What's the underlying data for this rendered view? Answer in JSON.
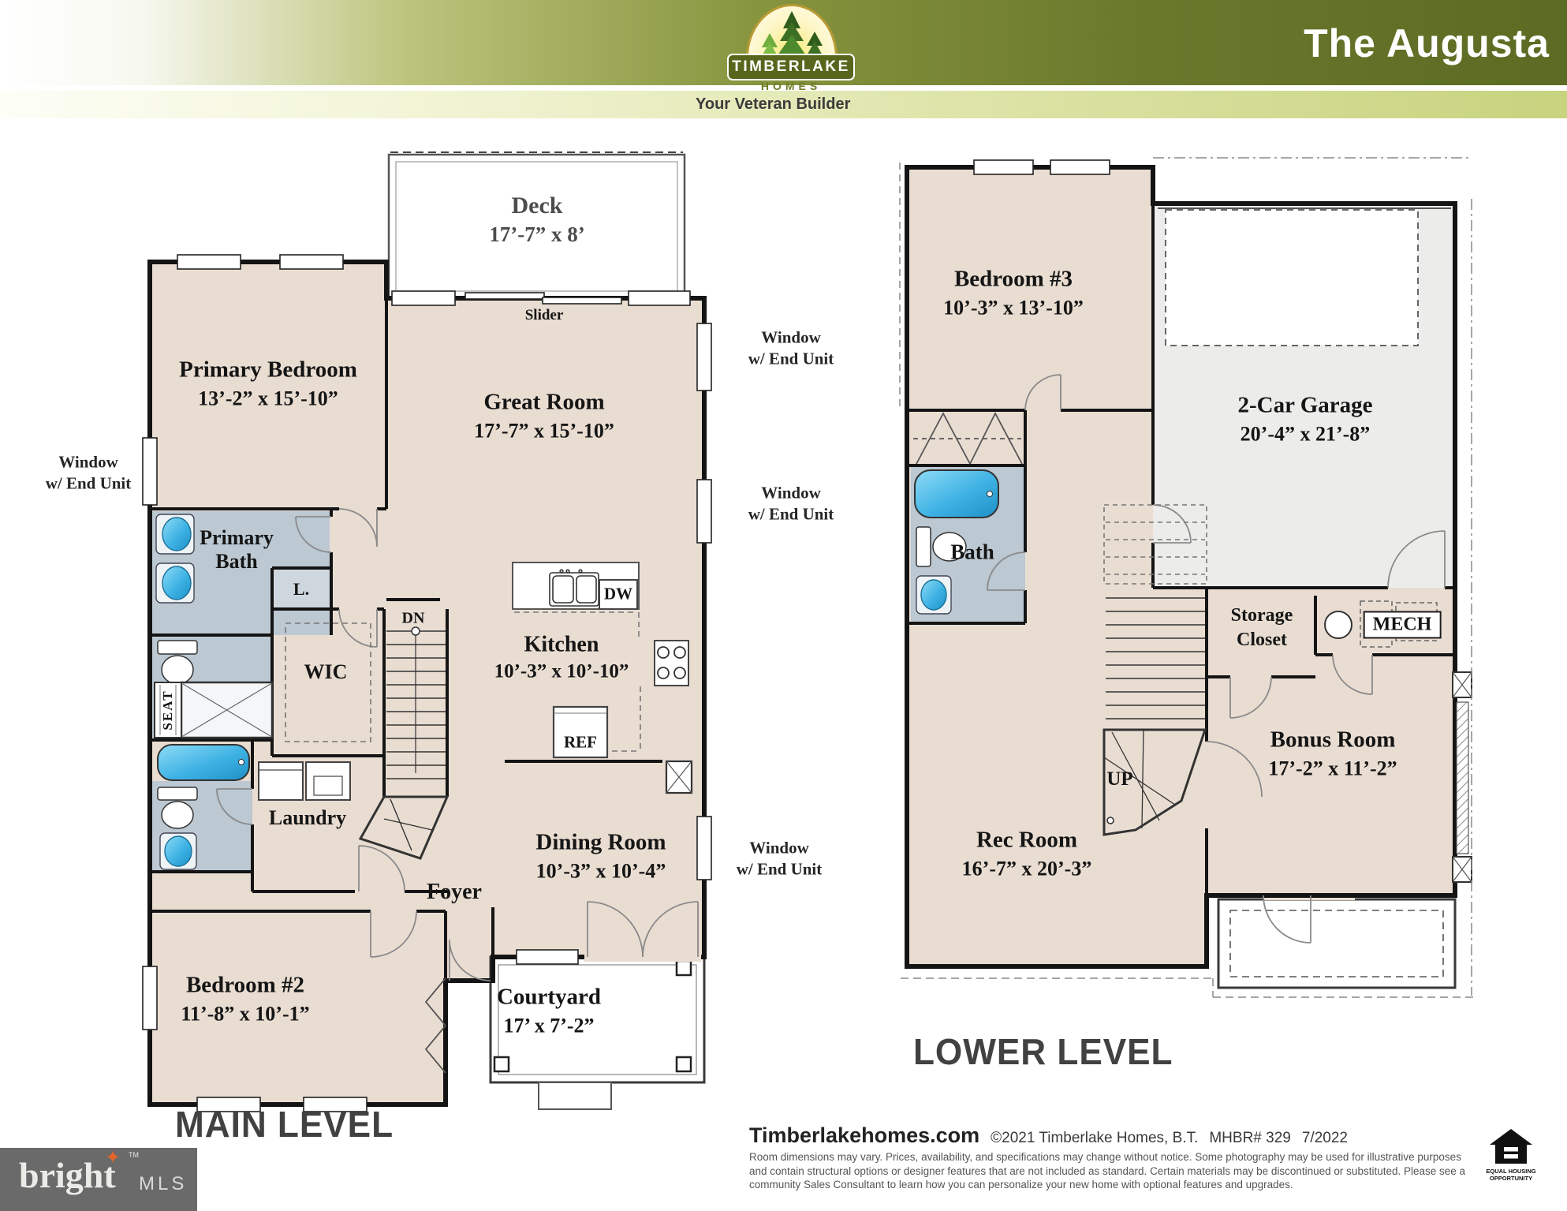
{
  "header": {
    "brand": "TIMBERLAKE",
    "brand_sub": "HOMES",
    "tagline": "Your Veteran Builder",
    "title": "The Augusta"
  },
  "colors": {
    "accent_olive": "#6a792c",
    "stripe_green": "#d6df9b",
    "floor_beige": "#e9ddd2",
    "floor_bath_gray": "#bcc8d2",
    "floor_garage": "#ececea",
    "fixture_blue": "#45b8e8",
    "bright_logo_gray": "#6a6a6a",
    "bright_star_orange": "#e0662a"
  },
  "window_note": {
    "line1": "Window",
    "line2": "w/ End Unit"
  },
  "main_level": {
    "title": "MAIN LEVEL",
    "deck": {
      "name": "Deck",
      "dims": "17’-7” x 8’"
    },
    "slider": {
      "name": "Slider"
    },
    "primary_bedroom": {
      "name": "Primary Bedroom",
      "dims": "13’-2” x 15’-10”"
    },
    "great_room": {
      "name": "Great Room",
      "dims": "17’-7” x 15’-10”"
    },
    "primary_bath": {
      "name": "Primary Bath"
    },
    "linen": {
      "name": "L."
    },
    "wic": {
      "name": "WIC"
    },
    "dn": {
      "name": "DN"
    },
    "seat": {
      "name": "SEAT"
    },
    "laundry": {
      "name": "Laundry"
    },
    "kitchen": {
      "name": "Kitchen",
      "dims": "10’-3” x 10’-10”"
    },
    "dw": {
      "name": "DW"
    },
    "ref": {
      "name": "REF"
    },
    "dining_room": {
      "name": "Dining Room",
      "dims": "10’-3” x 10’-4”"
    },
    "foyer": {
      "name": "Foyer"
    },
    "bedroom2": {
      "name": "Bedroom #2",
      "dims": "11’-8” x 10’-1”"
    },
    "courtyard": {
      "name": "Courtyard",
      "dims": "17’ x 7’-2”"
    }
  },
  "lower_level": {
    "title": "LOWER LEVEL",
    "bedroom3": {
      "name": "Bedroom #3",
      "dims": "10’-3” x 13’-10”"
    },
    "garage": {
      "name": "2-Car Garage",
      "dims": "20’-4” x 21’-8”"
    },
    "bath": {
      "name": "Bath"
    },
    "storage": {
      "line1": "Storage",
      "line2": "Closet"
    },
    "mech": {
      "name": "MECH"
    },
    "up": {
      "name": "UP"
    },
    "bonus_room": {
      "name": "Bonus Room",
      "dims": "17’-2” x 11’-2”"
    },
    "rec_room": {
      "name": "Rec Room",
      "dims": "16’-7” x 20’-3”"
    }
  },
  "footer": {
    "site": "Timberlakehomes.com",
    "copyright": "©2021 Timberlake Homes, B.T.",
    "mhbr": "MHBR# 329",
    "date": "7/2022",
    "disclaimer": "Room dimensions may vary.  Prices, availability, and specifications may change without notice.  Some photography may be used for illustrative purposes and contain structural options or designer features that are not included as standard.  Certain materials may be discontinued or substituted.  Please see a community Sales Consultant to learn how you can personalize your new home with optional features and upgrades.",
    "bright": "bright",
    "bright_tm": "TM",
    "mls": "MLS",
    "eho_line1": "EQUAL HOUSING",
    "eho_line2": "OPPORTUNITY"
  }
}
